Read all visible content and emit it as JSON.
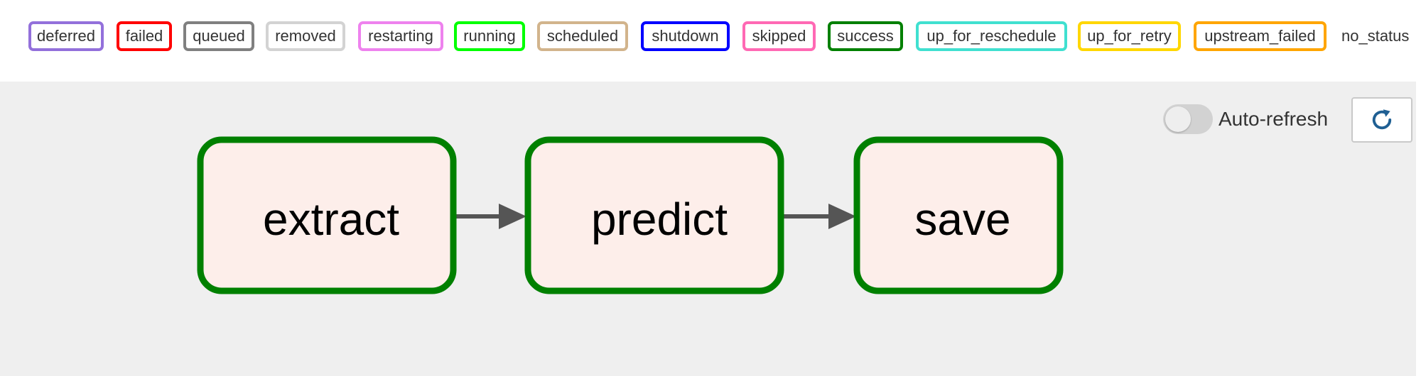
{
  "legend": {
    "badges": [
      {
        "label": "deferred",
        "color": "#9370DB"
      },
      {
        "label": "failed",
        "color": "#FF0000"
      },
      {
        "label": "queued",
        "color": "#808080"
      },
      {
        "label": "removed",
        "color": "#D3D3D3"
      },
      {
        "label": "restarting",
        "color": "#EE82EE"
      },
      {
        "label": "running",
        "color": "#00FF00"
      },
      {
        "label": "scheduled",
        "color": "#D2B48C"
      },
      {
        "label": "shutdown",
        "color": "#0000FF"
      },
      {
        "label": "skipped",
        "color": "#FF69B4"
      },
      {
        "label": "success",
        "color": "#008000"
      },
      {
        "label": "up_for_reschedule",
        "color": "#40E0D0"
      },
      {
        "label": "up_for_retry",
        "color": "#FFD700"
      },
      {
        "label": "upstream_failed",
        "color": "#FFA500"
      }
    ],
    "no_status_label": "no_status"
  },
  "graph": {
    "nodes": [
      {
        "label": "extract",
        "status": "success",
        "border_color": "#008000",
        "fill": "#fdeeea"
      },
      {
        "label": "predict",
        "status": "success",
        "border_color": "#008000",
        "fill": "#fdeeea"
      },
      {
        "label": "save",
        "status": "success",
        "border_color": "#008000",
        "fill": "#fdeeea"
      }
    ],
    "edges": [
      {
        "from": "extract",
        "to": "predict"
      },
      {
        "from": "predict",
        "to": "save"
      }
    ]
  },
  "controls": {
    "auto_refresh_label": "Auto-refresh",
    "auto_refresh_on": false,
    "refresh_icon": "refresh-icon"
  }
}
